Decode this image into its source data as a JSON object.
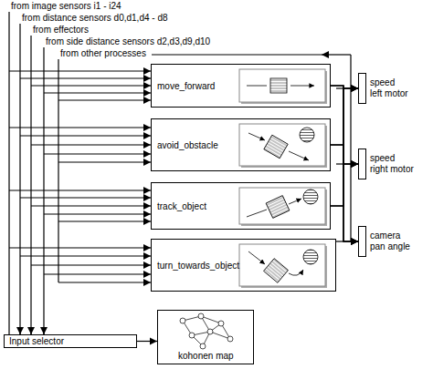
{
  "diagram": {
    "nodes": [
      {
        "text": [
          "move_forward"
        ]
      },
      {
        "text": [
          "avoid_obstacle"
        ]
      },
      {
        "text": [
          "track_object"
        ]
      },
      {
        "text": [
          "turn_towards_object"
        ]
      },
      {
        "text": [
          "speed left motor"
        ]
      },
      {
        "text": [
          "speed right motor"
        ]
      },
      {
        "text": [
          "camera pan angle"
        ]
      },
      {
        "text": [
          "Input selector"
        ]
      },
      {
        "text": [
          "kohonen map"
        ]
      }
    ],
    "edges": [
      {
        "from": 0,
        "to": 4,
        "arrow": "to"
      },
      {
        "from": 0,
        "to": 5,
        "arrow": "to"
      },
      {
        "from": 0,
        "to": 6,
        "arrow": "to"
      },
      {
        "from": 1,
        "to": 4,
        "arrow": "to"
      },
      {
        "from": 1,
        "to": 5,
        "arrow": "to"
      },
      {
        "from": 1,
        "to": 6,
        "arrow": "to"
      },
      {
        "from": 2,
        "to": 4,
        "arrow": "to"
      },
      {
        "from": 2,
        "to": 5,
        "arrow": "to"
      },
      {
        "from": 2,
        "to": 6,
        "arrow": "to"
      },
      {
        "from": 3,
        "to": 4,
        "arrow": "to"
      },
      {
        "from": 3,
        "to": 5,
        "arrow": "to"
      },
      {
        "from": 3,
        "to": 6,
        "arrow": "to"
      },
      {
        "from": 7,
        "to": 8,
        "arrow": "to"
      }
    ],
    "labels": [
      "from image sensors  i1 - i24",
      "from distance sensors  d0,d1,d4 - d8",
      "from effectors",
      "from side distance sensors  d2,d3,d9,d10",
      "from other processes"
    ]
  }
}
